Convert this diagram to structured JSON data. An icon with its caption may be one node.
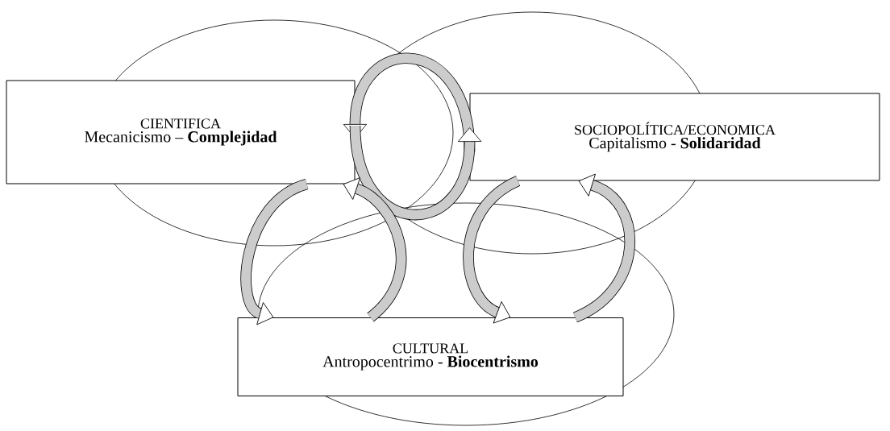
{
  "diagram": {
    "nodes": [
      {
        "text": [
          "CIENTIFICA",
          "Mecanicismo – **Complejidad**"
        ]
      },
      {
        "text": [
          "SOCIOPOLÍTICA/ECONOMICA",
          "Capitalismo - **Solidaridad**"
        ]
      },
      {
        "text": [
          "CULTURAL",
          "Antropocentrimo - **Biocentrismo**"
        ]
      }
    ],
    "edges": [
      {
        "from": 1,
        "to": 0,
        "arrow": "to"
      },
      {
        "from": 0,
        "to": 1,
        "arrow": "to"
      },
      {
        "from": 0,
        "to": 2,
        "arrow": "to"
      },
      {
        "from": 2,
        "to": 0,
        "arrow": "to"
      },
      {
        "from": 1,
        "to": 2,
        "arrow": "to"
      },
      {
        "from": 2,
        "to": 1,
        "arrow": "to"
      }
    ]
  }
}
